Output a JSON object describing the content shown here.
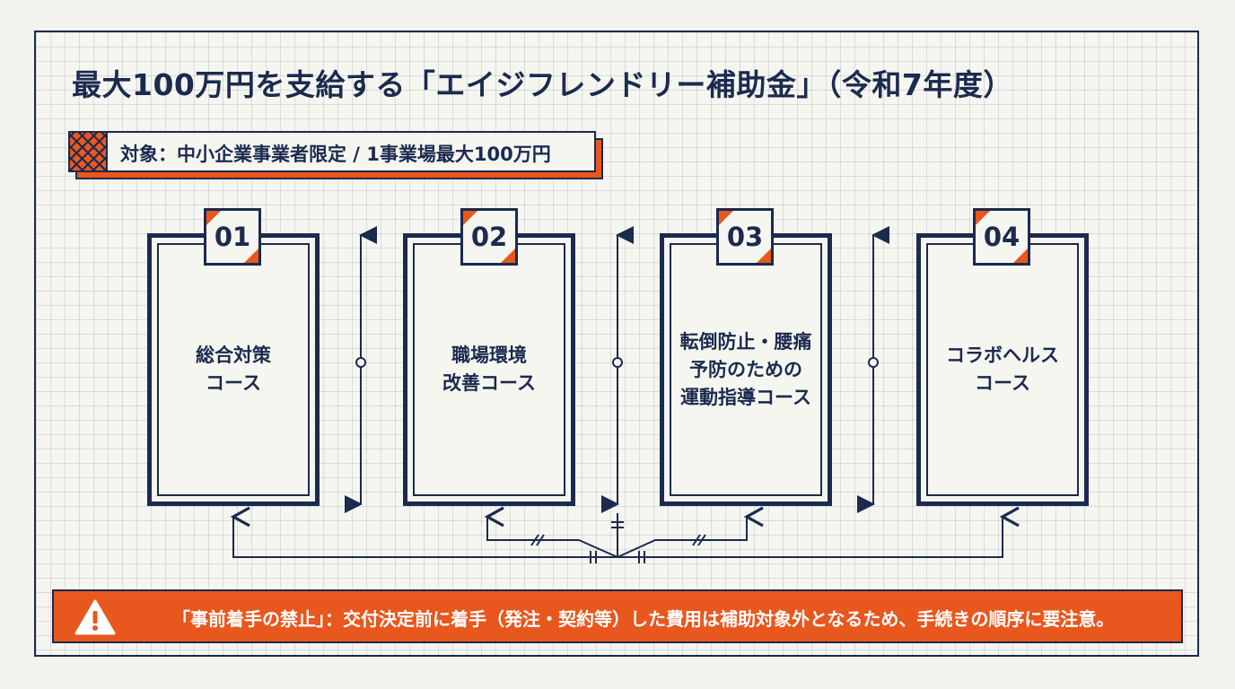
{
  "title": "最大100万円を支給する「エイジフレンドリー補助金」（令和7年度）",
  "target": {
    "text": "対象：中小企業事業者限定 / 1事業場最大100万円"
  },
  "courses": [
    {
      "number": "01",
      "label": "総合対策\nコース"
    },
    {
      "number": "02",
      "label": "職場環境\n改善コース"
    },
    {
      "number": "03",
      "label": "転倒防止・腰痛\n予防のための\n運動指導コース"
    },
    {
      "number": "04",
      "label": "コラボヘルス\nコース"
    }
  ],
  "warning": {
    "text": "「事前着手の禁止」：交付決定前に着手（発注・契約等）した費用は補助対象外となるため、手続きの順序に要注意。",
    "icon": "warning-triangle-icon"
  },
  "colors": {
    "navy": "#1b2a4e",
    "accent": "#e8571e",
    "background": "#f6f6f1"
  }
}
